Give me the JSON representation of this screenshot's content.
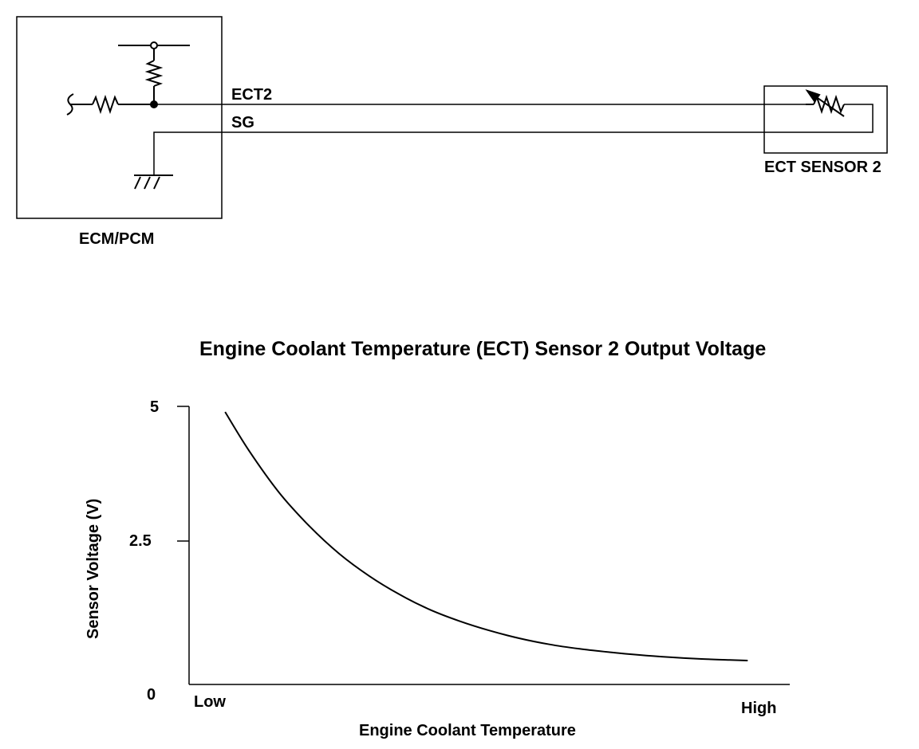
{
  "schematic": {
    "ecm_label": "ECM/PCM",
    "wire_top_label": "ECT2",
    "wire_bottom_label": "SG",
    "sensor_label": "ECT SENSOR 2"
  },
  "chart_data": {
    "type": "line",
    "title": "Engine Coolant Temperature (ECT) Sensor 2 Output Voltage",
    "xlabel": "Engine Coolant Temperature",
    "ylabel": "Sensor Voltage (V)",
    "ylim": [
      0,
      5
    ],
    "y_ticks": [
      "5",
      "2.5",
      "0"
    ],
    "x_ticks": [
      "Low",
      "High"
    ],
    "grid": false,
    "series": [
      {
        "x": [
          0.06,
          0.1,
          0.15,
          0.2,
          0.25,
          0.3,
          0.35,
          0.4,
          0.45,
          0.5,
          0.55,
          0.6,
          0.65,
          0.7,
          0.75,
          0.8,
          0.85,
          0.9,
          0.93
        ],
        "y": [
          4.9,
          4.2,
          3.45,
          2.85,
          2.35,
          1.95,
          1.62,
          1.35,
          1.14,
          0.97,
          0.83,
          0.72,
          0.64,
          0.58,
          0.53,
          0.49,
          0.46,
          0.44,
          0.43
        ]
      }
    ]
  }
}
